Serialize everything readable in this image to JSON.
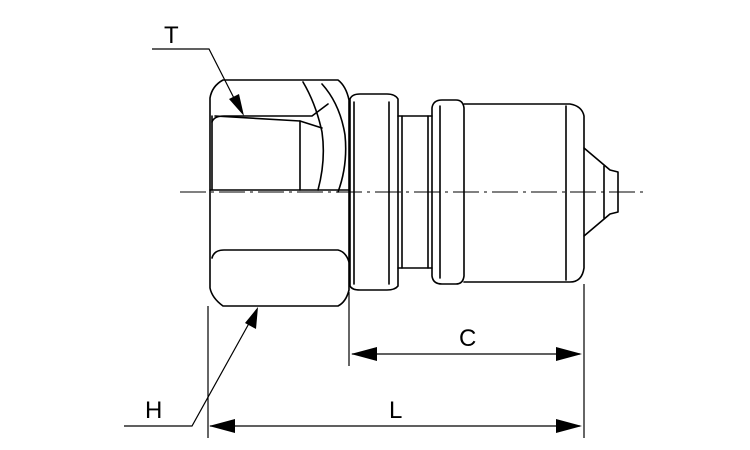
{
  "labels": {
    "thread": "T",
    "hex": "H",
    "length_c": "C",
    "length_l": "L"
  }
}
